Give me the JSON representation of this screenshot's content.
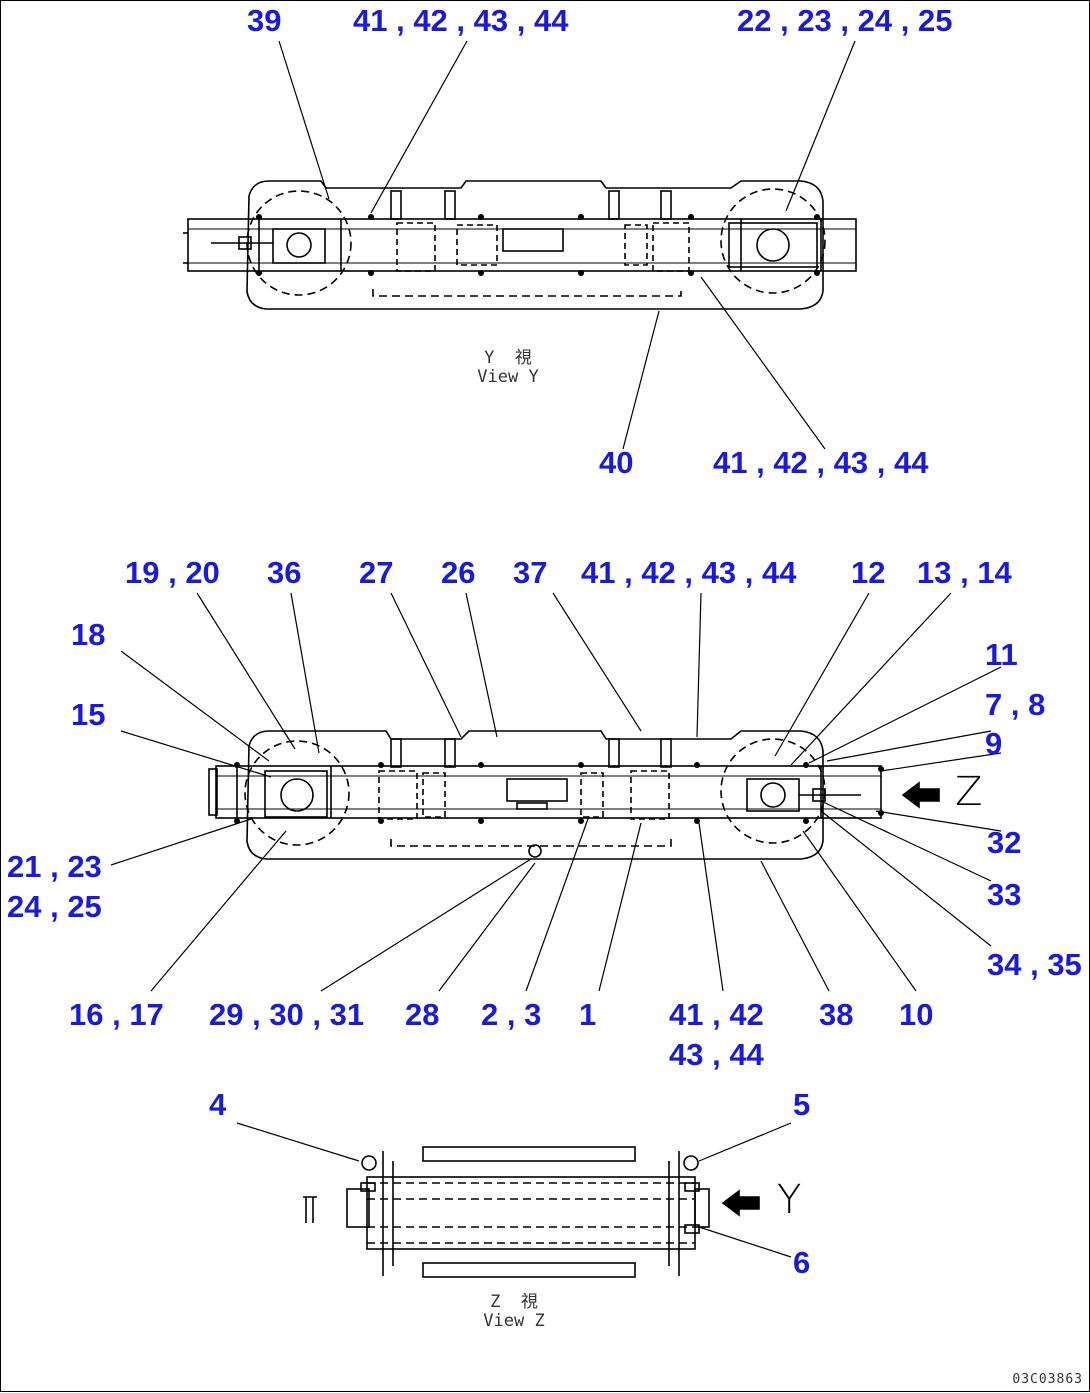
{
  "figure_code": "03C03863",
  "views": {
    "top": {
      "caption": "Y  視\nView Y",
      "labels": [
        "39",
        "41 , 42 , 43 , 44",
        "22 , 23 , 24 , 25",
        "40",
        "41 , 42 , 43 , 44"
      ]
    },
    "middle": {
      "labels": [
        "19 , 20",
        "36",
        "27",
        "26",
        "37",
        "41 , 42 , 43 , 44",
        "12",
        "13 , 14",
        "18",
        "11",
        "15",
        "7 , 8",
        "9",
        "21 , 23",
        "24 , 25",
        "32",
        "33",
        "34 , 35",
        "16 , 17",
        "29 , 30 , 31",
        "28",
        "2 , 3",
        "1",
        "41 , 42",
        "43 , 44",
        "38",
        "10"
      ],
      "arrow_label": "Z"
    },
    "bottom": {
      "caption": "Z  視\nView Z",
      "labels": [
        "4",
        "5",
        "6"
      ],
      "arrow_label": "Y"
    }
  }
}
